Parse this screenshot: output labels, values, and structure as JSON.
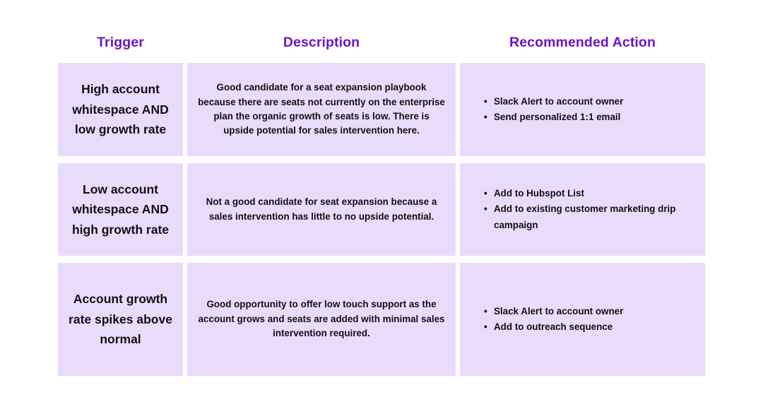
{
  "table": {
    "headers": [
      {
        "label": "Trigger"
      },
      {
        "label": "Description"
      },
      {
        "label": "Recommended Action"
      }
    ],
    "rows": [
      {
        "trigger": "High account whitespace AND low growth rate",
        "description": "Good candidate for a seat expansion playbook because there are seats not currently on the enterprise plan the organic growth of seats is low. There is upside potential for sales intervention here.",
        "actions": [
          "Slack Alert to account owner",
          "Send personalized 1:1 email"
        ]
      },
      {
        "trigger": "Low account whitespace AND high growth rate",
        "description": "Not a good candidate for seat expansion because a sales intervention has little to no upside potential.",
        "actions": [
          "Add to Hubspot List",
          "Add to existing customer marketing drip campaign"
        ]
      },
      {
        "trigger": "Account growth rate spikes above normal",
        "description": "Good opportunity to offer low touch support as the account grows and seats are added with minimal sales intervention required.",
        "actions": [
          "Slack Alert to account owner",
          "Add to outreach sequence"
        ]
      }
    ],
    "bullet_glyph": "•"
  },
  "colors": {
    "header_text": "#6b15c4",
    "cell_background": "#e9dcfb",
    "body_text": "#111014",
    "page_background": "#ffffff"
  }
}
